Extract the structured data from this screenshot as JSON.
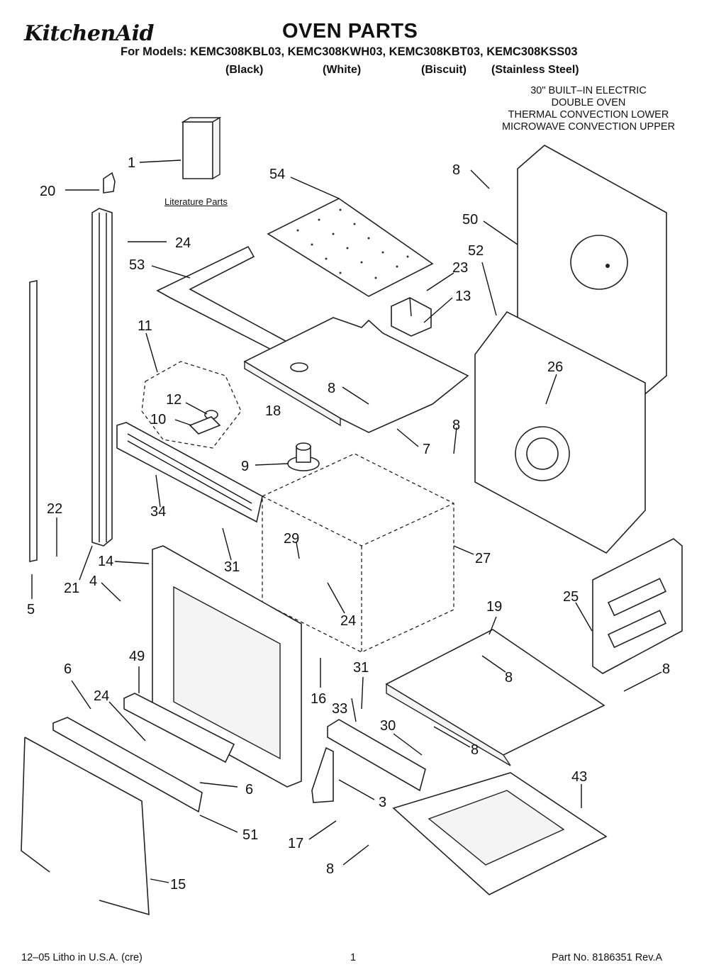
{
  "header": {
    "brand_logo": "KitchenAid",
    "title": "OVEN PARTS",
    "models_line": "For Models: KEMC308KBL03, KEMC308KWH03, KEMC308KBT03, KEMC308KSS03",
    "colors": [
      "(Black)",
      "(White)",
      "(Biscuit)",
      "(Stainless Steel)"
    ],
    "description": [
      "30\" BUILT–IN ELECTRIC",
      "DOUBLE OVEN",
      "THERMAL CONVECTION LOWER",
      "MICROWAVE CONVECTION UPPER"
    ]
  },
  "literature_label": "Literature Parts",
  "callouts": [
    "1",
    "20",
    "24",
    "54",
    "8",
    "50",
    "53",
    "52",
    "23",
    "13",
    "11",
    "26",
    "12",
    "8",
    "18",
    "10",
    "8",
    "7",
    "9",
    "34",
    "22",
    "31",
    "29",
    "27",
    "14",
    "4",
    "21",
    "5",
    "24",
    "19",
    "25",
    "49",
    "6",
    "31",
    "8",
    "24",
    "33",
    "16",
    "8",
    "30",
    "8",
    "6",
    "43",
    "3",
    "51",
    "17",
    "8",
    "15"
  ],
  "footer": {
    "left": "12–05 Litho in U.S.A. (cre)",
    "page": "1",
    "part_no": "Part No. 8186351 Rev.A"
  }
}
